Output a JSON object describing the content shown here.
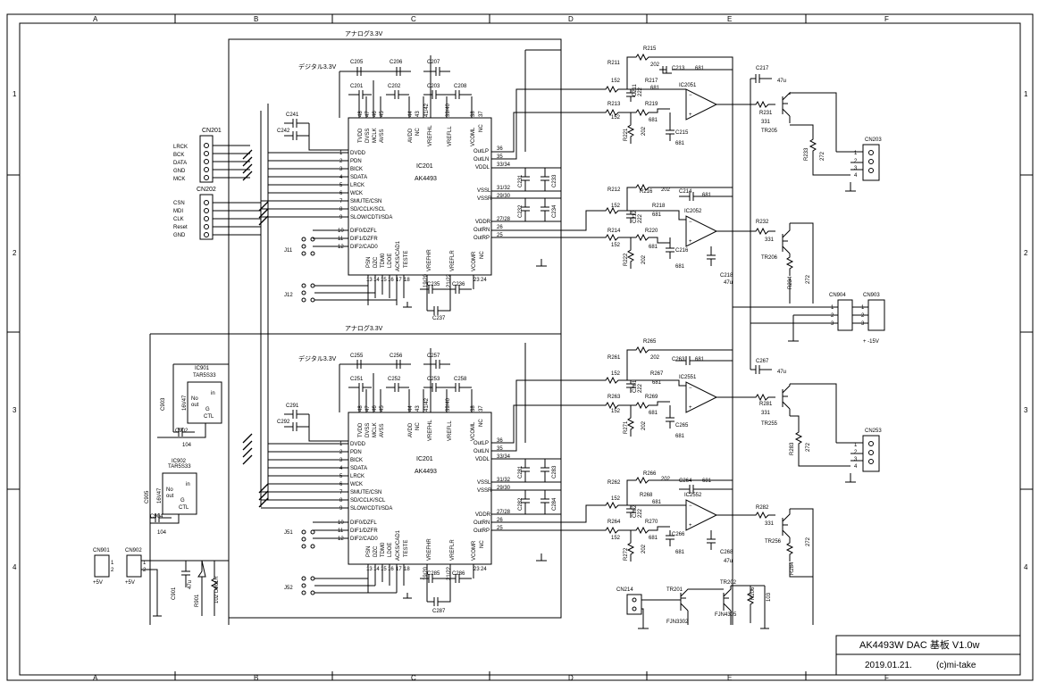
{
  "sheet": {
    "title": "AK4493W DAC 基板 V1.0w",
    "date": "2019.01.21.",
    "author": "(c)mi-take",
    "col_labels": [
      "A",
      "B",
      "C",
      "D",
      "E",
      "F"
    ],
    "row_labels": [
      "1",
      "2",
      "3",
      "4"
    ]
  },
  "rails": {
    "analog_top": "アナログ3.3V",
    "digital_top": "デジタル3.3V",
    "analog_bot": "アナログ3.3V",
    "digital_bot": "デジタル3.3V"
  },
  "cn201": {
    "ref": "CN201",
    "pins": [
      "LRCK",
      "BCK",
      "DATA",
      "GND",
      "MCK"
    ]
  },
  "cn202": {
    "ref": "CN202",
    "pins": [
      "CSN",
      "MDI",
      "CLK",
      "Reset",
      "GND"
    ]
  },
  "dac_top": {
    "ref": "IC201",
    "part": "AK4493",
    "left_pins": [
      {
        "num": "1",
        "name": "DVDD"
      },
      {
        "num": "2",
        "name": "PDN"
      },
      {
        "num": "3",
        "name": "BICK"
      },
      {
        "num": "4",
        "name": "SDATA"
      },
      {
        "num": "5",
        "name": "LRCK"
      },
      {
        "num": "6",
        "name": "WCK"
      },
      {
        "num": "7",
        "name": "SMUTE/CSN"
      },
      {
        "num": "8",
        "name": "SD/CCLK/SCL"
      },
      {
        "num": "9",
        "name": "SLOW/CDTI/SDA"
      },
      {
        "num": "10",
        "name": "DIF0/DZFL"
      },
      {
        "num": "11",
        "name": "DIF1/DZFR"
      },
      {
        "num": "12",
        "name": "DIF2/CAD0"
      }
    ],
    "right_pins": [
      {
        "num": "36",
        "name": "OutLP"
      },
      {
        "num": "35",
        "name": "OutLN"
      },
      {
        "num": "33/34",
        "name": "VDDL"
      },
      {
        "num": "31/32",
        "name": "VSSL"
      },
      {
        "num": "29/30",
        "name": "VSSR"
      },
      {
        "num": "27/28",
        "name": "VDDR"
      },
      {
        "num": "26",
        "name": "OutRN"
      },
      {
        "num": "25",
        "name": "OutRP"
      }
    ],
    "top_pins": [
      {
        "num": "48",
        "name": "TVDD"
      },
      {
        "num": "47",
        "name": "DVSS"
      },
      {
        "num": "46",
        "name": "MCLK"
      },
      {
        "num": "45",
        "name": "AVSS"
      },
      {
        "num": "44",
        "name": "AVDD"
      },
      {
        "num": "43",
        "name": "NC"
      },
      {
        "num": "41/42",
        "name": "VREFHL"
      },
      {
        "num": "39/40",
        "name": "VREFLL"
      },
      {
        "num": "38",
        "name": "VCOML"
      },
      {
        "num": "37",
        "name": "NC"
      }
    ],
    "bottom_pins": [
      {
        "num": "13",
        "name": "PSN"
      },
      {
        "num": "14",
        "name": "DZC"
      },
      {
        "num": "15",
        "name": "TDM0"
      },
      {
        "num": "16",
        "name": "LDOE"
      },
      {
        "num": "17",
        "name": "ACKS/CAD1"
      },
      {
        "num": "18",
        "name": "TESTE"
      },
      {
        "num": "19/20",
        "name": "VREFHR"
      },
      {
        "num": "21/22",
        "name": "VREFLR"
      },
      {
        "num": "23",
        "name": "VCOMR"
      },
      {
        "num": "24",
        "name": "NC"
      }
    ],
    "caps": [
      "C205",
      "C206",
      "C207",
      "C201",
      "C202",
      "C203",
      "C208",
      "C241",
      "C242",
      "C231",
      "C233",
      "C232",
      "C234",
      "C235",
      "C236",
      "C237"
    ],
    "jumpers": [
      "J11",
      "J12"
    ]
  },
  "dac_bot": {
    "ref": "IC201",
    "part": "AK4493",
    "caps": [
      "C255",
      "C256",
      "C257",
      "C251",
      "C252",
      "C253",
      "C258",
      "C291",
      "C292",
      "C281",
      "C283",
      "C282",
      "C284",
      "C285",
      "C286",
      "C287"
    ],
    "jumpers": [
      "J51",
      "J52"
    ]
  },
  "opamp_stages": [
    {
      "ic": "IC2051",
      "r_in1": "R211",
      "v_in1": "152",
      "r_in2": "R213",
      "v_in2": "152",
      "r_fb": "R215",
      "v_fb": "202",
      "r_fb2": "R217",
      "v_fb2": "681",
      "r_g": "R219",
      "v_g": "681",
      "c_in": "C211",
      "cv_in": "222",
      "c_fb": "C213",
      "cv_fb": "681",
      "c_g": "C215",
      "cv_g": "681",
      "r_sh": "R221",
      "v_sh": "202",
      "out_r": "R231",
      "out_v": "331",
      "tr": "TR205",
      "r_bias": "R233",
      "v_bias": "272",
      "c_sup": "C217",
      "cv_sup": "47u"
    },
    {
      "ic": "IC2052",
      "r_in1": "R212",
      "v_in1": "152",
      "r_in2": "R214",
      "v_in2": "152",
      "r_fb": "R216",
      "v_fb": "202",
      "r_fb2": "R218",
      "v_fb2": "681",
      "r_g": "R220",
      "v_g": "681",
      "c_in": "C212",
      "cv_in": "222",
      "c_fb": "C214",
      "cv_fb": "681",
      "c_g": "C216",
      "cv_g": "681",
      "r_sh": "R222",
      "v_sh": "202",
      "out_r": "R232",
      "out_v": "331",
      "tr": "TR206",
      "r_bias": "R234",
      "v_bias": "272",
      "c_sup": "C218",
      "cv_sup": "47u"
    },
    {
      "ic": "IC2551",
      "r_in1": "R261",
      "v_in1": "152",
      "r_in2": "R263",
      "v_in2": "152",
      "r_fb": "R265",
      "v_fb": "202",
      "r_fb2": "R267",
      "v_fb2": "681",
      "r_g": "R269",
      "v_g": "681",
      "c_in": "C261",
      "cv_in": "222",
      "c_fb": "C263",
      "cv_fb": "681",
      "c_g": "C265",
      "cv_g": "681",
      "r_sh": "R271",
      "v_sh": "202",
      "out_r": "R281",
      "out_v": "331",
      "tr": "TR255",
      "r_bias": "R283",
      "v_bias": "272",
      "c_sup": "C267",
      "cv_sup": "47u"
    },
    {
      "ic": "IC2552",
      "r_in1": "R262",
      "v_in1": "152",
      "r_in2": "R264",
      "v_in2": "152",
      "r_fb": "R266",
      "v_fb": "202",
      "r_fb2": "R268",
      "v_fb2": "681",
      "r_g": "R270",
      "v_g": "681",
      "c_in": "C262",
      "cv_in": "222",
      "c_fb": "C264",
      "cv_fb": "681",
      "c_g": "C266",
      "cv_g": "681",
      "r_sh": "R272",
      "v_sh": "202",
      "out_r": "R282",
      "out_v": "331",
      "tr": "TR256",
      "r_bias": "R284",
      "v_bias": "272",
      "c_sup": "C268",
      "cv_sup": "47u"
    }
  ],
  "regulators": [
    {
      "ref": "IC901",
      "part": "TAR5S33",
      "pins": [
        "No",
        "out",
        "G",
        "CTL",
        "in"
      ],
      "c_in": "C903",
      "cv_in": "16V47",
      "c_out": "C902",
      "cv_out": "104"
    },
    {
      "ref": "IC902",
      "part": "TAR5S33",
      "pins": [
        "No",
        "out",
        "G",
        "CTL",
        "in"
      ],
      "c_in": "C905",
      "cv_in": "16V47",
      "c_out": "C904",
      "cv_out": "104"
    }
  ],
  "power": {
    "cn901": "CN901",
    "cn901_label": "+5V",
    "cn902": "CN902",
    "cn902_label": "+5V",
    "c901": "C901",
    "c901_v": "47u",
    "r901": "R901",
    "r901_v": "102",
    "d901": "D901R",
    "cn903": "CN903",
    "cn903_label": "+ -15V",
    "cn904": "CN904"
  },
  "outputs": {
    "cn203": "CN203",
    "cn253": "CN253"
  },
  "mute": {
    "cn214": "CN214",
    "tr201": "TR201",
    "tr201_part": "FJN3302",
    "tr202": "TR202",
    "tr202_part": "FJN4305",
    "r_mute": "R206",
    "r_mute_v": "103"
  },
  "pin_numbers_123": [
    "1",
    "2",
    "3"
  ],
  "pin_numbers_1234": [
    "1",
    "2",
    "3",
    "4"
  ],
  "pin_numbers_12": [
    "1",
    "2"
  ]
}
